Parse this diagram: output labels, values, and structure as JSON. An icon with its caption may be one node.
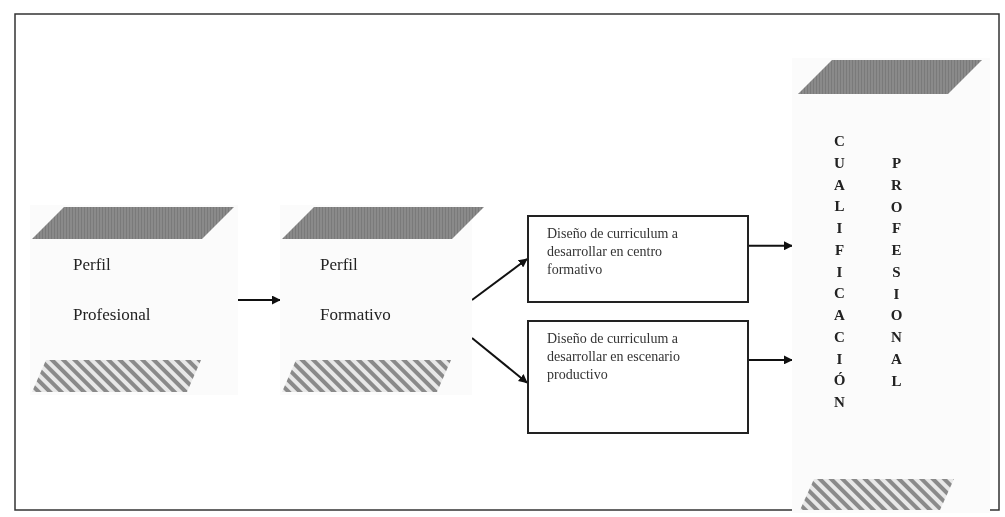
{
  "diagram": {
    "nodes": [
      {
        "text": [
          "Perfil Profesional"
        ]
      },
      {
        "text": [
          "Perfil Formativo"
        ]
      },
      {
        "text": [
          "Diseño de curriculum a desarrollar en centro formativo"
        ]
      },
      {
        "text": [
          "Diseño de curriculum a desarrollar en escenario productivo"
        ]
      },
      {
        "text": [
          "CUALIFICACIÓN",
          "PROFESIONAL"
        ]
      }
    ],
    "edges": [
      {
        "from": 0,
        "to": 1,
        "arrow": "to"
      },
      {
        "from": 1,
        "to": 2,
        "arrow": "to"
      },
      {
        "from": 1,
        "to": 3,
        "arrow": "to"
      },
      {
        "from": 2,
        "to": 4,
        "arrow": "to"
      },
      {
        "from": 3,
        "to": 4,
        "arrow": "to"
      }
    ]
  }
}
